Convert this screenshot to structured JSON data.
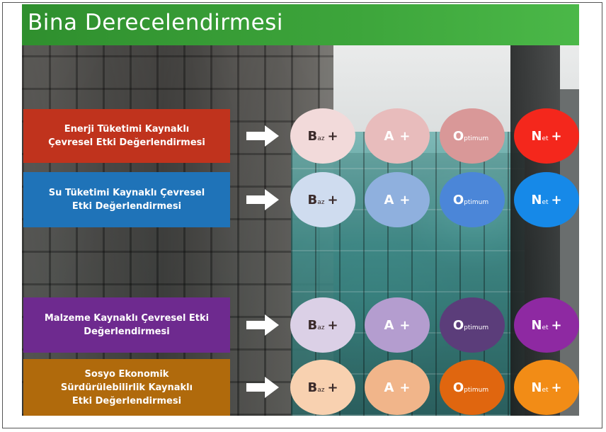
{
  "title": "Bina Derecelendirmesi",
  "rows": [
    {
      "label": "Enerji Tüketimi Kaynaklı\nÇevresel Etki Değerlendirmesi",
      "box_color": "#c0331d",
      "levels": [
        {
          "main": "B",
          "sub": "az",
          "plus": "+",
          "color": "#f2dada"
        },
        {
          "main": "A",
          "sub": "",
          "plus": "+",
          "color": "#e8bcbc"
        },
        {
          "main": "O",
          "sub": "ptimum",
          "plus": "",
          "color": "#d99898"
        },
        {
          "main": "N",
          "sub": "et",
          "plus": "+",
          "color": "#f4271c"
        }
      ]
    },
    {
      "label": "Su Tüketimi Kaynaklı Çevresel\nEtki Değerlendirmesi",
      "box_color": "#1f73b8",
      "levels": [
        {
          "main": "B",
          "sub": "az",
          "plus": "+",
          "color": "#cfdcef"
        },
        {
          "main": "A",
          "sub": "",
          "plus": "+",
          "color": "#8fb0de"
        },
        {
          "main": "O",
          "sub": "ptimum",
          "plus": "",
          "color": "#4b86d8"
        },
        {
          "main": "N",
          "sub": "et",
          "plus": "+",
          "color": "#1689e8"
        }
      ]
    },
    {
      "label": "Malzeme Kaynaklı Çevresel Etki\nDeğerlendirmesi",
      "box_color": "#6e2a8f",
      "levels": [
        {
          "main": "B",
          "sub": "az",
          "plus": "+",
          "color": "#dbd0e6"
        },
        {
          "main": "A",
          "sub": "",
          "plus": "+",
          "color": "#b49dcf"
        },
        {
          "main": "O",
          "sub": "ptimum",
          "plus": "",
          "color": "#5b3d7a"
        },
        {
          "main": "N",
          "sub": "et",
          "plus": "+",
          "color": "#8e29a2"
        }
      ]
    },
    {
      "label": "Sosyo Ekonomik\nSürdürülebilirlik Kaynaklı\nEtki Değerlendirmesi",
      "box_color": "#b06a0c",
      "levels": [
        {
          "main": "B",
          "sub": "az",
          "plus": "+",
          "color": "#f8d1b0"
        },
        {
          "main": "A",
          "sub": "",
          "plus": "+",
          "color": "#f1b58a"
        },
        {
          "main": "O",
          "sub": "ptimum",
          "plus": "",
          "color": "#e0660f"
        },
        {
          "main": "N",
          "sub": "et",
          "plus": "+",
          "color": "#f28c16"
        }
      ]
    }
  ],
  "arrow_icon": "right-arrow-icon"
}
